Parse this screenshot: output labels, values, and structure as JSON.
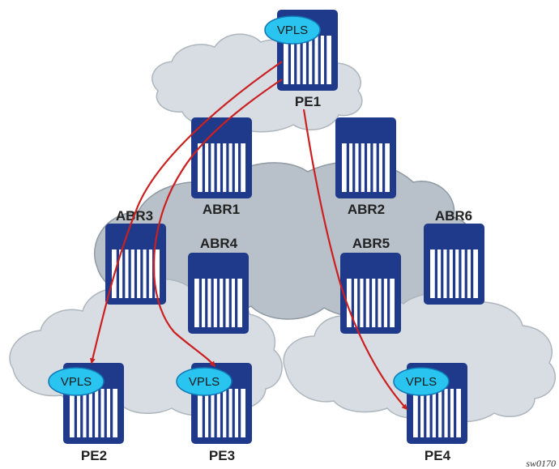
{
  "figure_id": "sw0170",
  "colors": {
    "router_body": "#1f3a8a",
    "router_slot": "#ffffff",
    "cloud_fill": "#d7dde3",
    "cloud_stroke": "#aeb6bd",
    "core_fill": "#b8c1c9",
    "core_stroke": "#8f99a2",
    "vpls_fill": "#29c4ef",
    "vpls_stroke": "#1177b5",
    "arrow": "#cc2020",
    "label": "#222222"
  },
  "nodes": {
    "pe1": {
      "label": "PE1",
      "vpls": "VPLS"
    },
    "pe2": {
      "label": "PE2",
      "vpls": "VPLS"
    },
    "pe3": {
      "label": "PE3",
      "vpls": "VPLS"
    },
    "pe4": {
      "label": "PE4",
      "vpls": "VPLS"
    },
    "abr1": {
      "label": "ABR1"
    },
    "abr2": {
      "label": "ABR2"
    },
    "abr3": {
      "label": "ABR3"
    },
    "abr4": {
      "label": "ABR4"
    },
    "abr5": {
      "label": "ABR5"
    },
    "abr6": {
      "label": "ABR6"
    }
  },
  "flows": [
    {
      "from": "PE1",
      "to": "PE2"
    },
    {
      "from": "PE1",
      "to": "PE3"
    },
    {
      "from": "PE1",
      "to": "PE4"
    }
  ]
}
